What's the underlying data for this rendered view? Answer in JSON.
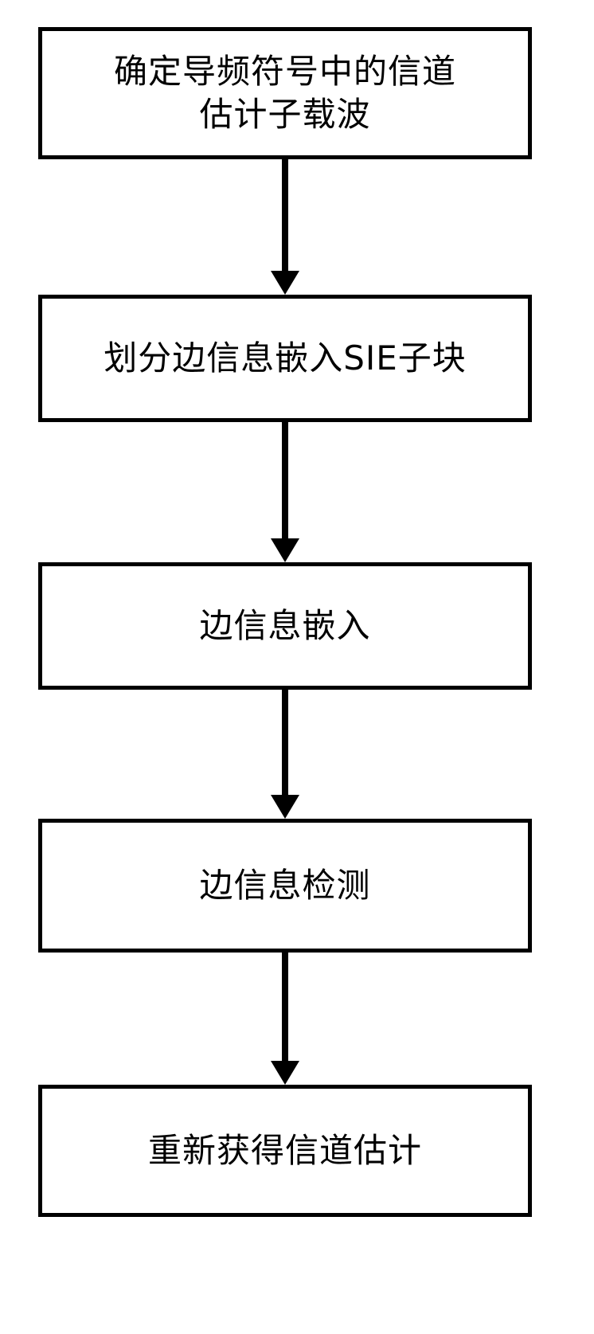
{
  "diagram": {
    "type": "flowchart",
    "orientation": "vertical",
    "colors": {
      "stroke": "#000000",
      "fill": "#ffffff",
      "text": "#000000"
    },
    "nodes": [
      {
        "id": "step-1",
        "label": "确定导频符号中的信道\n估计子载波"
      },
      {
        "id": "step-2",
        "label": "划分边信息嵌入SIE子块"
      },
      {
        "id": "step-3",
        "label": "边信息嵌入"
      },
      {
        "id": "step-4",
        "label": "边信息检测"
      },
      {
        "id": "step-5",
        "label": "重新获得信道估计"
      }
    ],
    "connectors": [
      {
        "id": "arrow-1",
        "from": "step-1",
        "to": "step-2"
      },
      {
        "id": "arrow-2",
        "from": "step-2",
        "to": "step-3"
      },
      {
        "id": "arrow-3",
        "from": "step-3",
        "to": "step-4"
      },
      {
        "id": "arrow-4",
        "from": "step-4",
        "to": "step-5"
      }
    ]
  }
}
